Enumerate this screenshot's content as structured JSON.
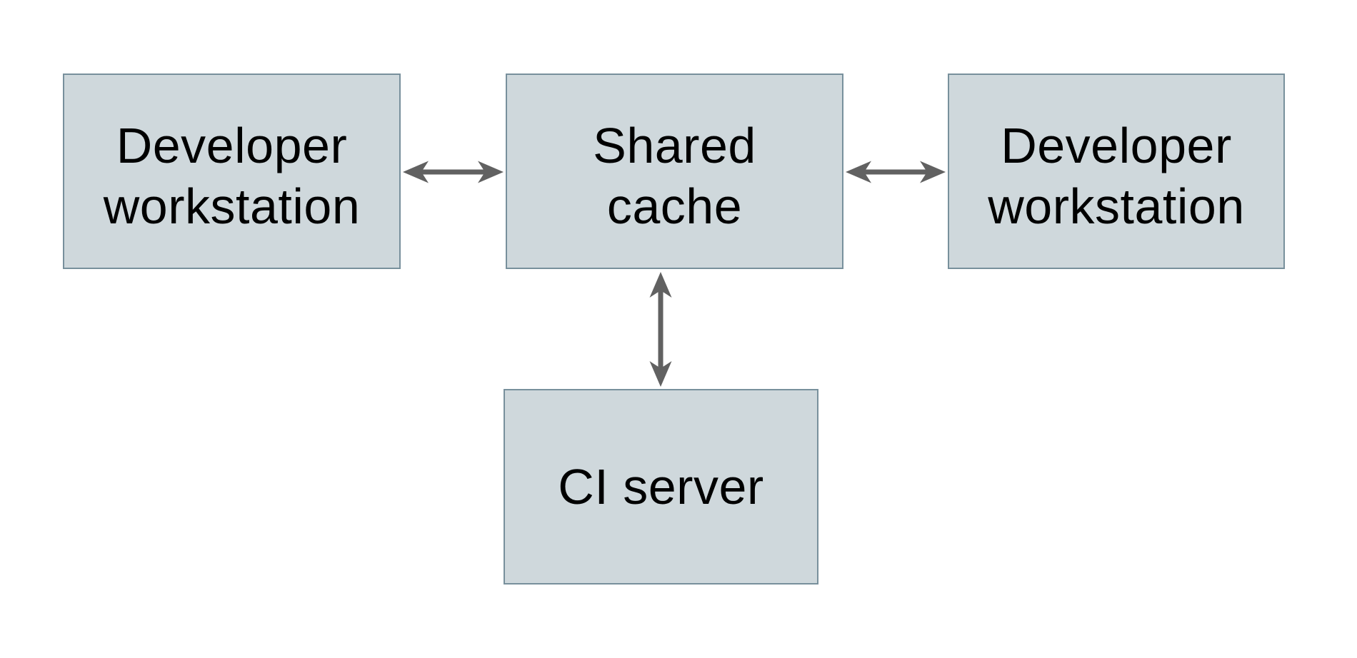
{
  "diagram": {
    "colors": {
      "background": "#ffffff",
      "node_fill": "#cfd8dc",
      "node_border": "#78909c",
      "arrow": "#616161",
      "text": "#000000"
    },
    "nodes": [
      {
        "id": "developer-workstation-left",
        "lines": [
          "Developer",
          "workstation"
        ]
      },
      {
        "id": "shared-cache",
        "lines": [
          "Shared",
          "cache"
        ]
      },
      {
        "id": "developer-workstation-right",
        "lines": [
          "Developer",
          "workstation"
        ]
      },
      {
        "id": "ci-server",
        "lines": [
          "CI server"
        ]
      }
    ],
    "edges": [
      {
        "from": "developer-workstation-left",
        "to": "shared-cache",
        "direction": "bidirectional",
        "orientation": "horizontal"
      },
      {
        "from": "shared-cache",
        "to": "developer-workstation-right",
        "direction": "bidirectional",
        "orientation": "horizontal"
      },
      {
        "from": "shared-cache",
        "to": "ci-server",
        "direction": "bidirectional",
        "orientation": "vertical"
      }
    ]
  }
}
